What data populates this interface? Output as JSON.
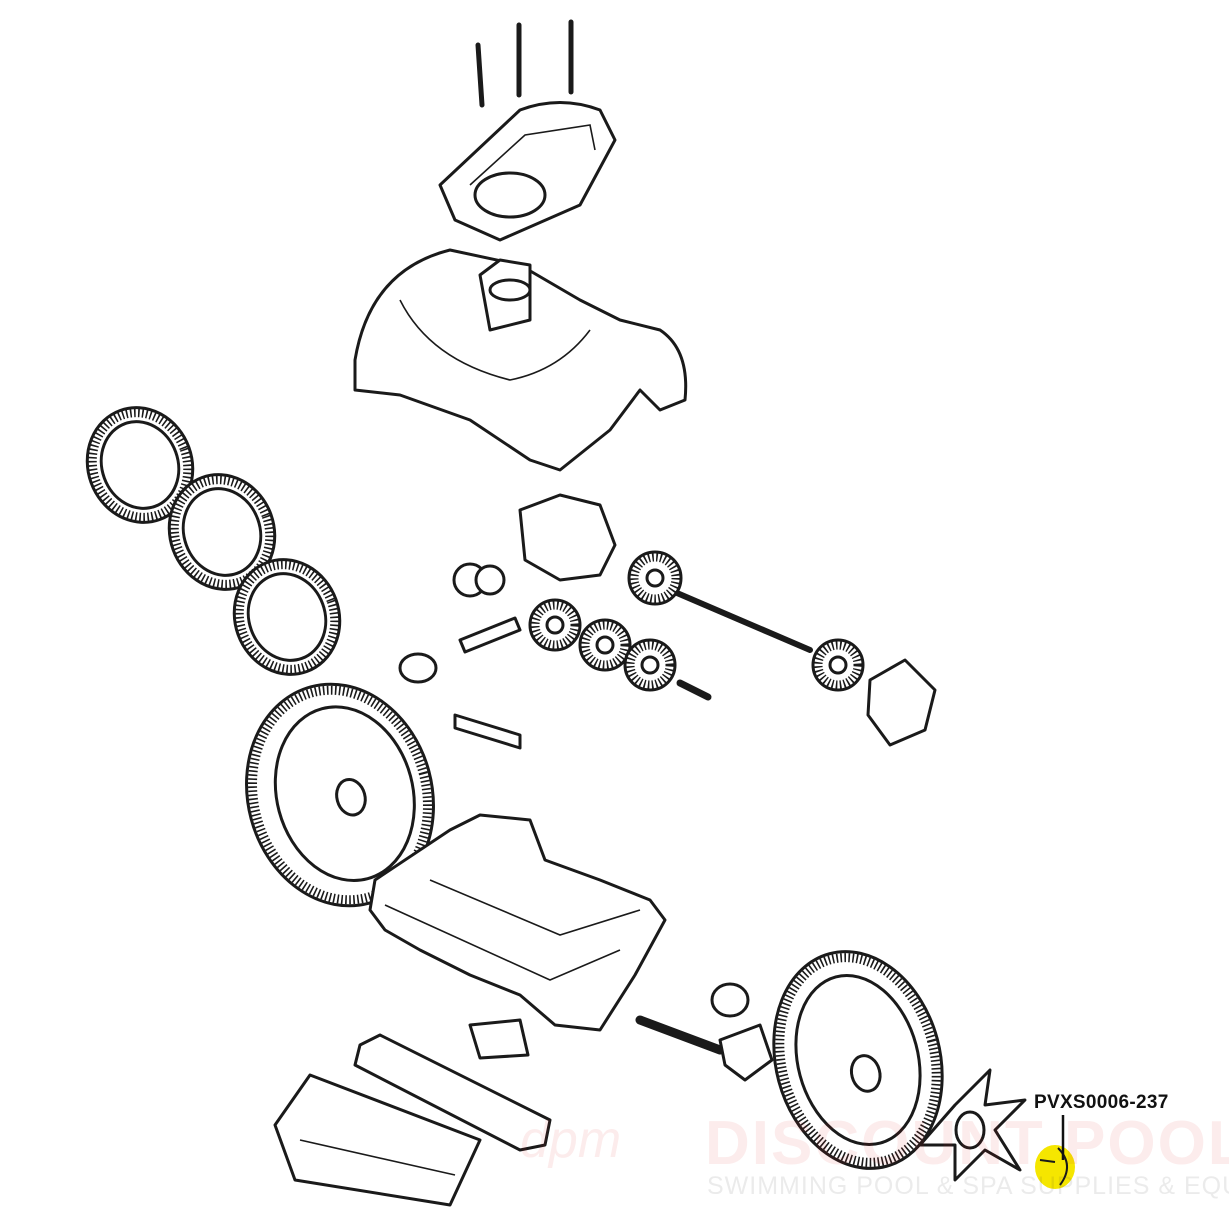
{
  "diagram": {
    "title": "Pool cleaner exploded parts diagram",
    "highlighted_part": {
      "part_number": "PVXS0006-237",
      "highlight_color": "#f5e600"
    },
    "watermark": {
      "logo": "dpm",
      "line1": "DISCOUNT POOL MART",
      "line2": "SWIMMING POOL & SPA SUPPLIES & EQUIPMENT"
    }
  }
}
